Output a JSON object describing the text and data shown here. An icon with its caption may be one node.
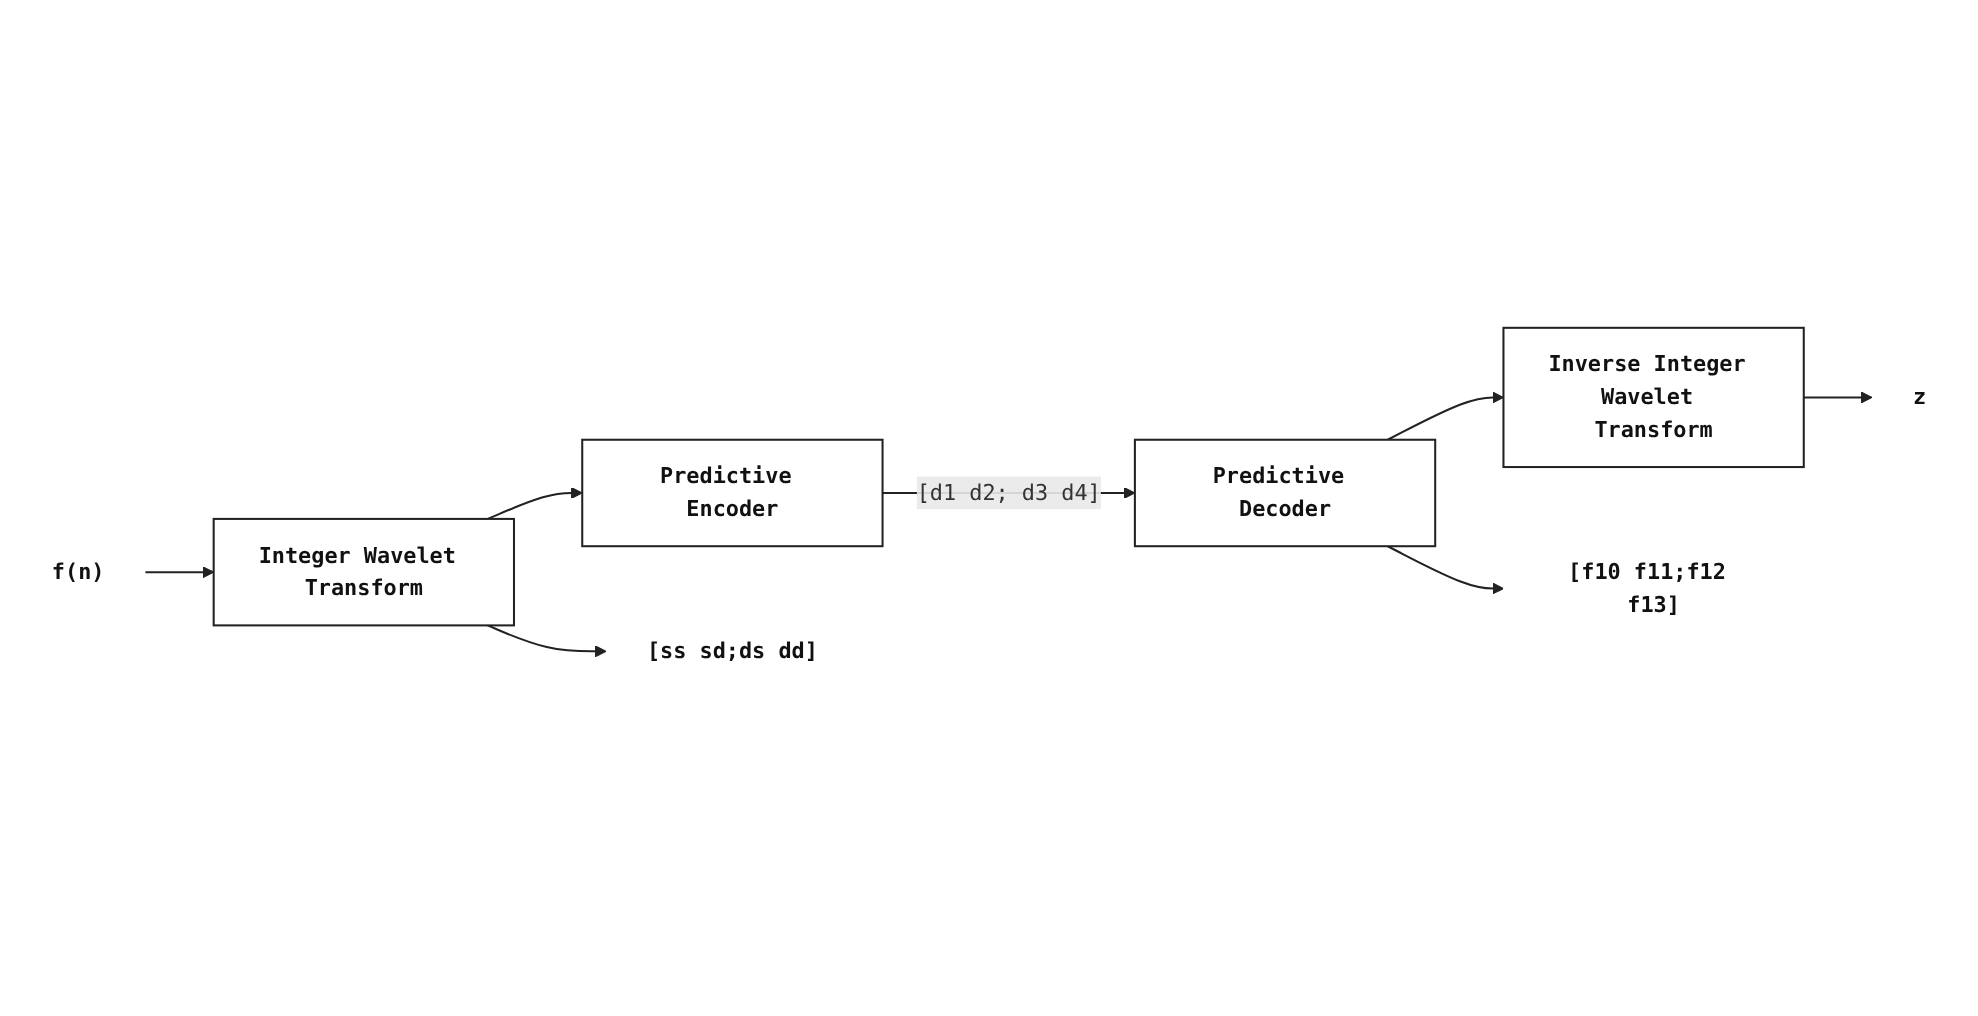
{
  "diagram": {
    "nodes": [
      {
        "text": [
          "f(n)"
        ]
      },
      {
        "text": [
          "Integer Wavelet Transform"
        ]
      },
      {
        "text": [
          "Predictive Encoder"
        ]
      },
      {
        "text": [
          "[ss sd;ds dd]"
        ]
      },
      {
        "text": [
          "Predictive Decoder"
        ]
      },
      {
        "text": [
          "Inverse Integer Wavelet Transform"
        ]
      },
      {
        "text": [
          "z"
        ]
      },
      {
        "text": [
          "[f10 f11;f12 f13]"
        ]
      }
    ],
    "edges": [
      {
        "from": 0,
        "to": 1,
        "arrow": "to"
      },
      {
        "from": 1,
        "to": 2,
        "arrow": "to"
      },
      {
        "from": 1,
        "to": 3,
        "arrow": "to"
      },
      {
        "from": 2,
        "to": 4,
        "label": "[d1 d2; d3 d4]",
        "arrow": "to"
      },
      {
        "from": 4,
        "to": 5,
        "arrow": "to"
      },
      {
        "from": 4,
        "to": 7,
        "arrow": "to"
      },
      {
        "from": 5,
        "to": 6,
        "arrow": "to"
      }
    ]
  }
}
